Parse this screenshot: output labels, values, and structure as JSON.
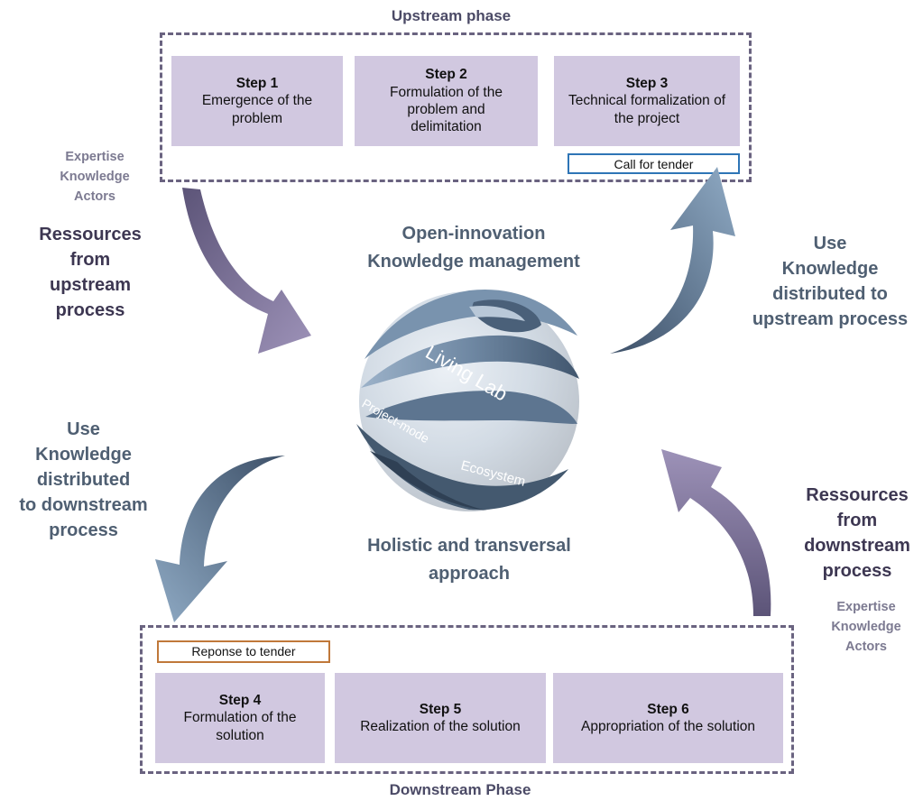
{
  "upstream": {
    "title": "Upstream phase",
    "steps": [
      {
        "num": "Step 1",
        "desc": "Emergence of the problem"
      },
      {
        "num": "Step 2",
        "desc": "Formulation of the problem and delimitation"
      },
      {
        "num": "Step 3",
        "desc": "Technical formalization of the project"
      }
    ],
    "tender_label": "Call for tender",
    "tender_color": "#2e75b6"
  },
  "downstream": {
    "title": "Downstream Phase",
    "steps": [
      {
        "num": "Step 4",
        "desc": "Formulation of the solution"
      },
      {
        "num": "Step 5",
        "desc": "Realization of the solution"
      },
      {
        "num": "Step 6",
        "desc": "Appropriation of the solution"
      }
    ],
    "tender_label": "Reponse to tender",
    "tender_color": "#c0783a"
  },
  "side_labels": {
    "top_left_small": [
      "Expertise",
      "Knowledge",
      "Actors"
    ],
    "top_left_big": [
      "Ressources",
      "from",
      "upstream",
      "process"
    ],
    "top_right_big": [
      "Use",
      "Knowledge",
      "distributed to",
      "upstream process"
    ],
    "bottom_left_big": [
      "Use",
      "Knowledge",
      "distributed",
      "to downstream",
      "process"
    ],
    "bottom_right_big": [
      "Ressources",
      "from",
      "downstream",
      "process"
    ],
    "bottom_right_small": [
      "Expertise",
      "Knowledge",
      "Actors"
    ]
  },
  "center": {
    "top": [
      "Open-innovation",
      "Knowledge management"
    ],
    "bottom": [
      "Holistic and transversal",
      "approach"
    ],
    "globe_labels": {
      "living_lab": "Living Lab",
      "project_mode": "Project-mode",
      "ecosystem": "Ecosystem"
    }
  },
  "colors": {
    "purple_arrow": "#8a7fa6",
    "blue_arrow": "#7d97b0",
    "globe_light": "#8ea6bf",
    "globe_dark": "#3e5268"
  }
}
